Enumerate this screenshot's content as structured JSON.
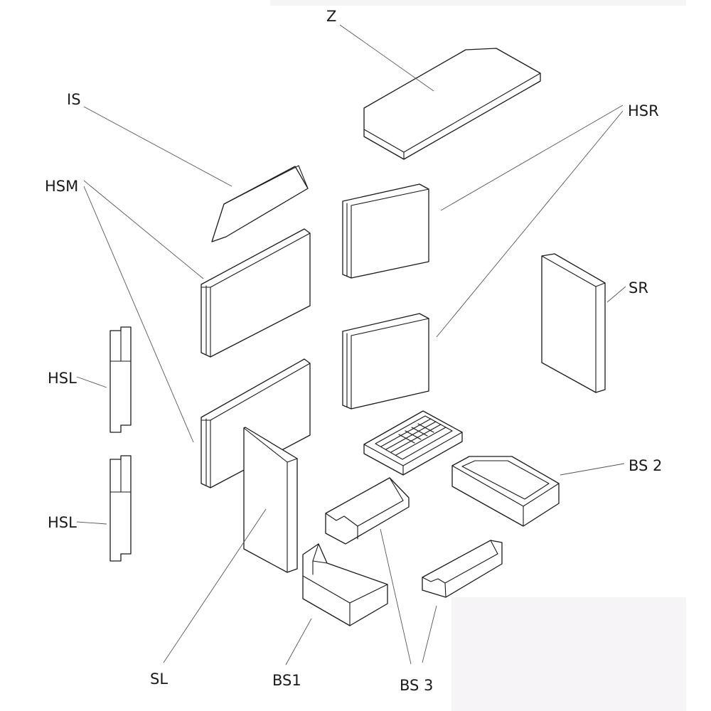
{
  "labels": {
    "z": "Z",
    "is": "IS",
    "hsr": "HSR",
    "hsm": "HSM",
    "sr": "SR",
    "hsl_top": "HSL",
    "hsl_bottom": "HSL",
    "bs2": "BS 2",
    "sl": "SL",
    "bs1": "BS1",
    "bs3": "BS 3"
  },
  "colors": {
    "line": "#1a1a1a",
    "leader": "#555555",
    "background": "#ffffff"
  }
}
